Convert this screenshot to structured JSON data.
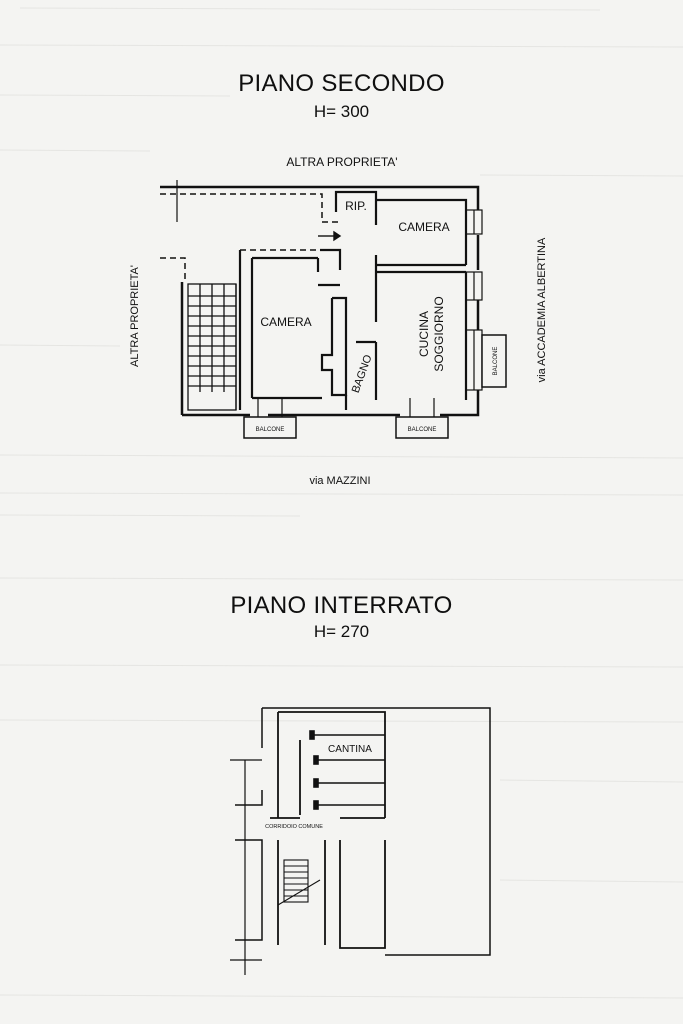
{
  "floor_upper": {
    "title": "PIANO SECONDO",
    "height_label": "H= 300",
    "neighbor_top": "ALTRA PROPRIETA'",
    "neighbor_left": "ALTRA PROPRIETA'",
    "street_right": "via ACCADEMIA ALBERTINA",
    "street_bottom": "via MAZZINI",
    "rooms": {
      "rip": "RIP.",
      "camera_top_right": "CAMERA",
      "camera_left": "CAMERA",
      "cucina_line1": "CUCINA",
      "cucina_line2": "SOGGIORNO",
      "bagno": "BAGNO"
    },
    "balconies": {
      "left": "BALCONE",
      "center": "BALCONE",
      "right": "BALCONE"
    }
  },
  "floor_lower": {
    "title": "PIANO INTERRATO",
    "height_label": "H= 270",
    "rooms": {
      "cantina": "CANTINA",
      "corridoio": "CORRIDOIO COMUNE"
    }
  }
}
